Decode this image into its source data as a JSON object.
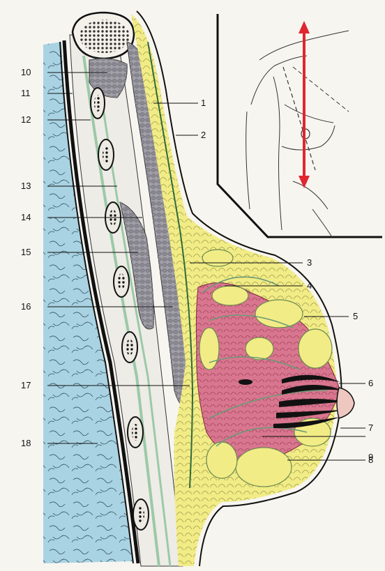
{
  "figure": {
    "labels": {
      "l1": "1",
      "l2": "2",
      "l3": "3",
      "l4": "4",
      "l5": "5",
      "l6": "6",
      "l7": "7",
      "l8": "8",
      "l9": "9",
      "l10": "10",
      "l11": "11",
      "l12": "12",
      "l13": "13",
      "l14": "14",
      "l15": "15",
      "l16": "16",
      "l17": "17",
      "l18": "18"
    }
  },
  "colors": {
    "lung": "#a9d3e3",
    "fat": "#f2ec86",
    "gland": "#d9768f",
    "muscle": "#a09ea6",
    "fascia": "#9cc9a8",
    "rib": "#eceae2",
    "ink": "#111111",
    "arrow": "#e0262f"
  }
}
